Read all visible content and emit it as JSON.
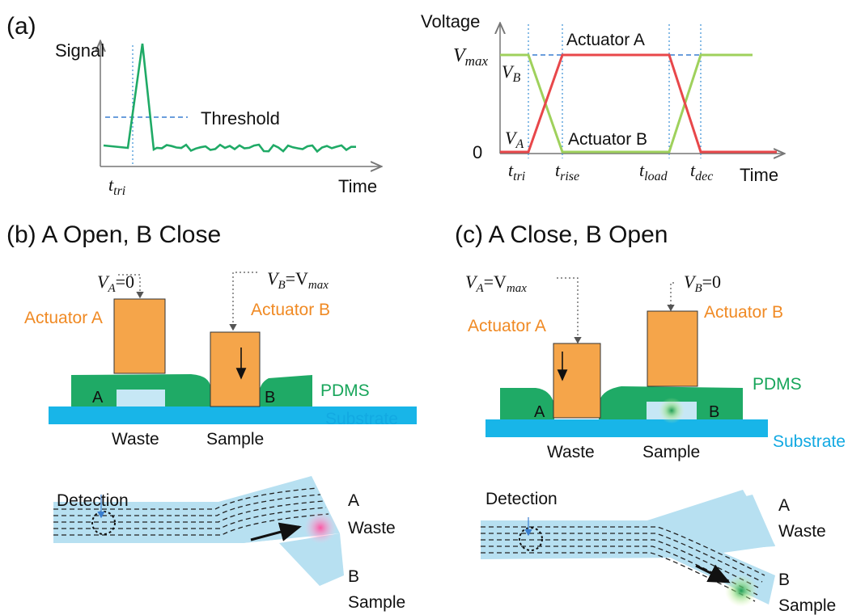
{
  "panel_a": {
    "label": "(a)",
    "left_chart": {
      "y_label": "Signal",
      "x_label": "Time",
      "threshold_label": "Threshold",
      "trigger_label": "t",
      "trigger_sub": "tri"
    },
    "right_chart": {
      "y_label": "Voltage",
      "x_label": "Time",
      "vmax_label": "V",
      "vmax_sub": "max",
      "zero_label": "0",
      "vb_label": "V",
      "vb_sub": "B",
      "va_label": "V",
      "va_sub": "A",
      "actuator_a": "Actuator A",
      "actuator_b": "Actuator B",
      "ticks": [
        {
          "t": "t",
          "sub": "tri"
        },
        {
          "t": "t",
          "sub": "rise"
        },
        {
          "t": "t",
          "sub": "load"
        },
        {
          "t": "t",
          "sub": "dec"
        }
      ]
    },
    "colors": {
      "signal": "#1faa66",
      "actuator_a": "#e8474a",
      "actuator_b": "#9fd15c",
      "guide": "#3a8fd6"
    }
  },
  "panel_b": {
    "title": "(b) A Open, B Close",
    "va_eq": "=0",
    "vb_eq": "=V",
    "vb_eq_sub": "max",
    "actuator_a": "Actuator A",
    "actuator_b": "Actuator B",
    "pdms": "PDMS",
    "substrate": "Substrate",
    "chan_a": "A",
    "chan_b": "B",
    "waste": "Waste",
    "sample": "Sample",
    "detection": "Detection",
    "branch_a_letter": "A",
    "branch_a_name": "Waste",
    "branch_b_letter": "B",
    "branch_b_name": "Sample"
  },
  "panel_c": {
    "title": "(c) A Close, B Open",
    "va_eq": "=V",
    "va_eq_sub": "max",
    "vb_eq": "=0",
    "actuator_a": "Actuator A",
    "actuator_b": "Actuator B",
    "pdms": "PDMS",
    "substrate": "Substrate",
    "chan_a": "A",
    "chan_b": "B",
    "waste": "Waste",
    "sample": "Sample",
    "detection": "Detection",
    "branch_a_letter": "A",
    "branch_a_name": "Waste",
    "branch_b_letter": "B",
    "branch_b_name": "Sample"
  },
  "colors": {
    "actuator": "#f5a54a",
    "pdms": "#1faa66",
    "substrate": "#18b5e8",
    "chamber": "#c6e7f5",
    "channel": "#b7e0f1"
  }
}
